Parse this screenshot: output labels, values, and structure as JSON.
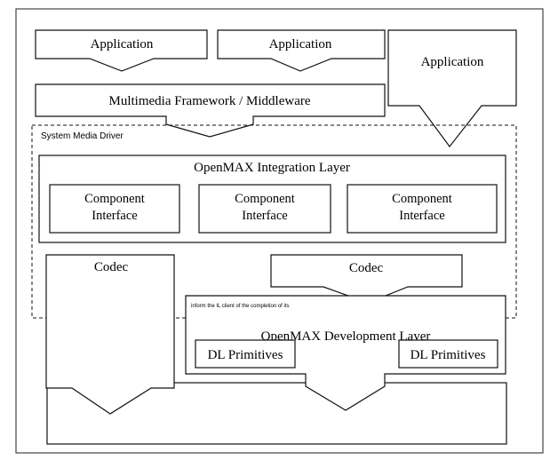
{
  "diagram": {
    "app_left": "Application",
    "app_middle": "Application",
    "app_right": "Application",
    "framework": "Multimedia Framework / Middleware",
    "system_media_driver": "System Media Driver",
    "integration_layer": "OpenMAX Integration Layer",
    "component_1_line1": "Component",
    "component_1_line2": "Interface",
    "component_2_line1": "Component",
    "component_2_line2": "Interface",
    "component_3_line1": "Component",
    "component_3_line2": "Interface",
    "codec_left": "Codec",
    "codec_right": "Codec",
    "inform_note": "inform the IL client of the completion of its",
    "development_layer": "OpenMAX Development Layer",
    "dl_primitives_left": "DL Primitives",
    "dl_primitives_right": "DL Primitives"
  }
}
